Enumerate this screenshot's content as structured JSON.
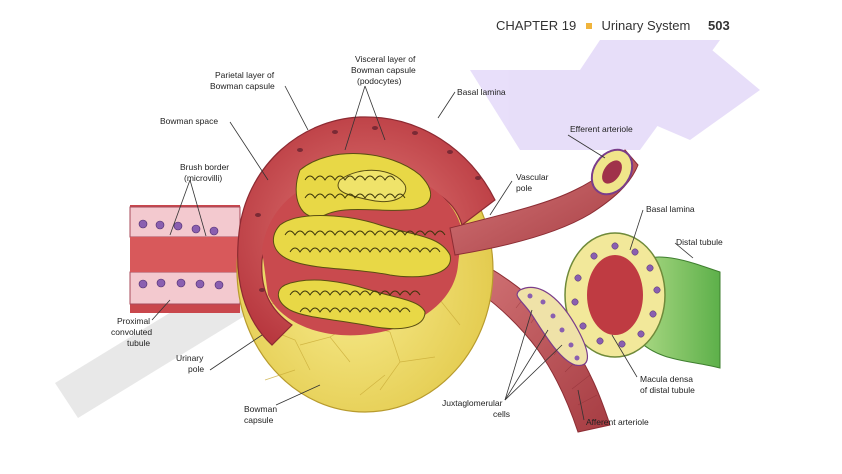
{
  "header": {
    "chapter": "CHAPTER 19",
    "separator_color": "#f0b43c",
    "section": "Urinary System",
    "page_number": "503"
  },
  "labels": {
    "parietal_layer": [
      "Parietal layer of",
      "Bowman capsule"
    ],
    "visceral_layer": [
      "Visceral layer of",
      "Bowman capsule",
      "(podocytes)"
    ],
    "basal_lamina_top": "Basal lamina",
    "bowman_space": "Bowman space",
    "efferent_arteriole": "Efferent arteriole",
    "brush_border": [
      "Brush border",
      "(microvilli)"
    ],
    "vascular_pole": [
      "Vascular",
      "pole"
    ],
    "basal_lamina_right": "Basal lamina",
    "distal_tubule": "Distal tubule",
    "proximal_tubule": [
      "Proximal",
      "convoluted",
      "tubule"
    ],
    "urinary_pole": [
      "Urinary",
      "pole"
    ],
    "macula_densa": [
      "Macula densa",
      "of distal tubule"
    ],
    "juxtaglomerular": [
      "Juxtaglomerular",
      "cells"
    ],
    "bowman_capsule": [
      "Bowman",
      "capsule"
    ],
    "afferent_arteriole": "Afferent arteriole"
  },
  "colors": {
    "capsule_yellow": "#f3e070",
    "capsule_red": "#c9474c",
    "capillary_yellow": "#e9dc45",
    "arteriole": "#c7585c",
    "distal_green": "#8cc96a",
    "watermark": "#c9b3f2"
  }
}
